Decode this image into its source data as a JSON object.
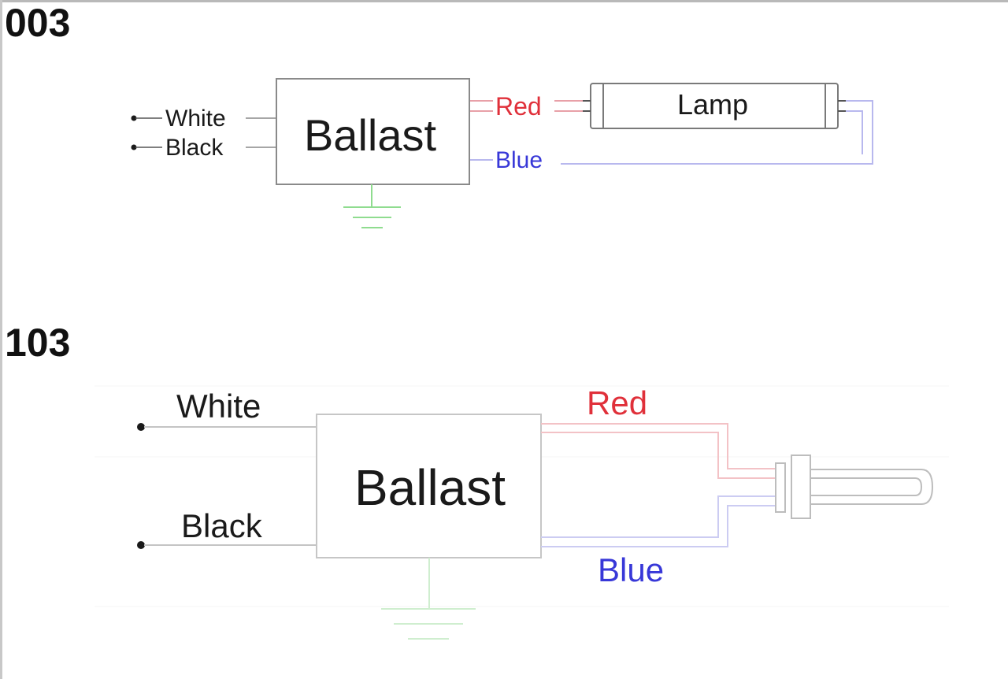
{
  "diagrams": [
    {
      "code": "003",
      "white_label": "White",
      "black_label": "Black",
      "ballast_label": "Ballast",
      "red_label": "Red",
      "blue_label": "Blue",
      "lamp_label": "Lamp"
    },
    {
      "code": "103",
      "white_label": "White",
      "black_label": "Black",
      "ballast_label": "Ballast",
      "red_label": "Red",
      "blue_label": "Blue"
    }
  ],
  "colors": {
    "red_wire": "#e8a0a8",
    "red_text": "#e0303a",
    "blue_wire": "#b8b8ee",
    "blue_text": "#3838d8",
    "ground": "#8fdc8f",
    "outline": "#8a8a8a",
    "text": "#1a1a1a"
  }
}
